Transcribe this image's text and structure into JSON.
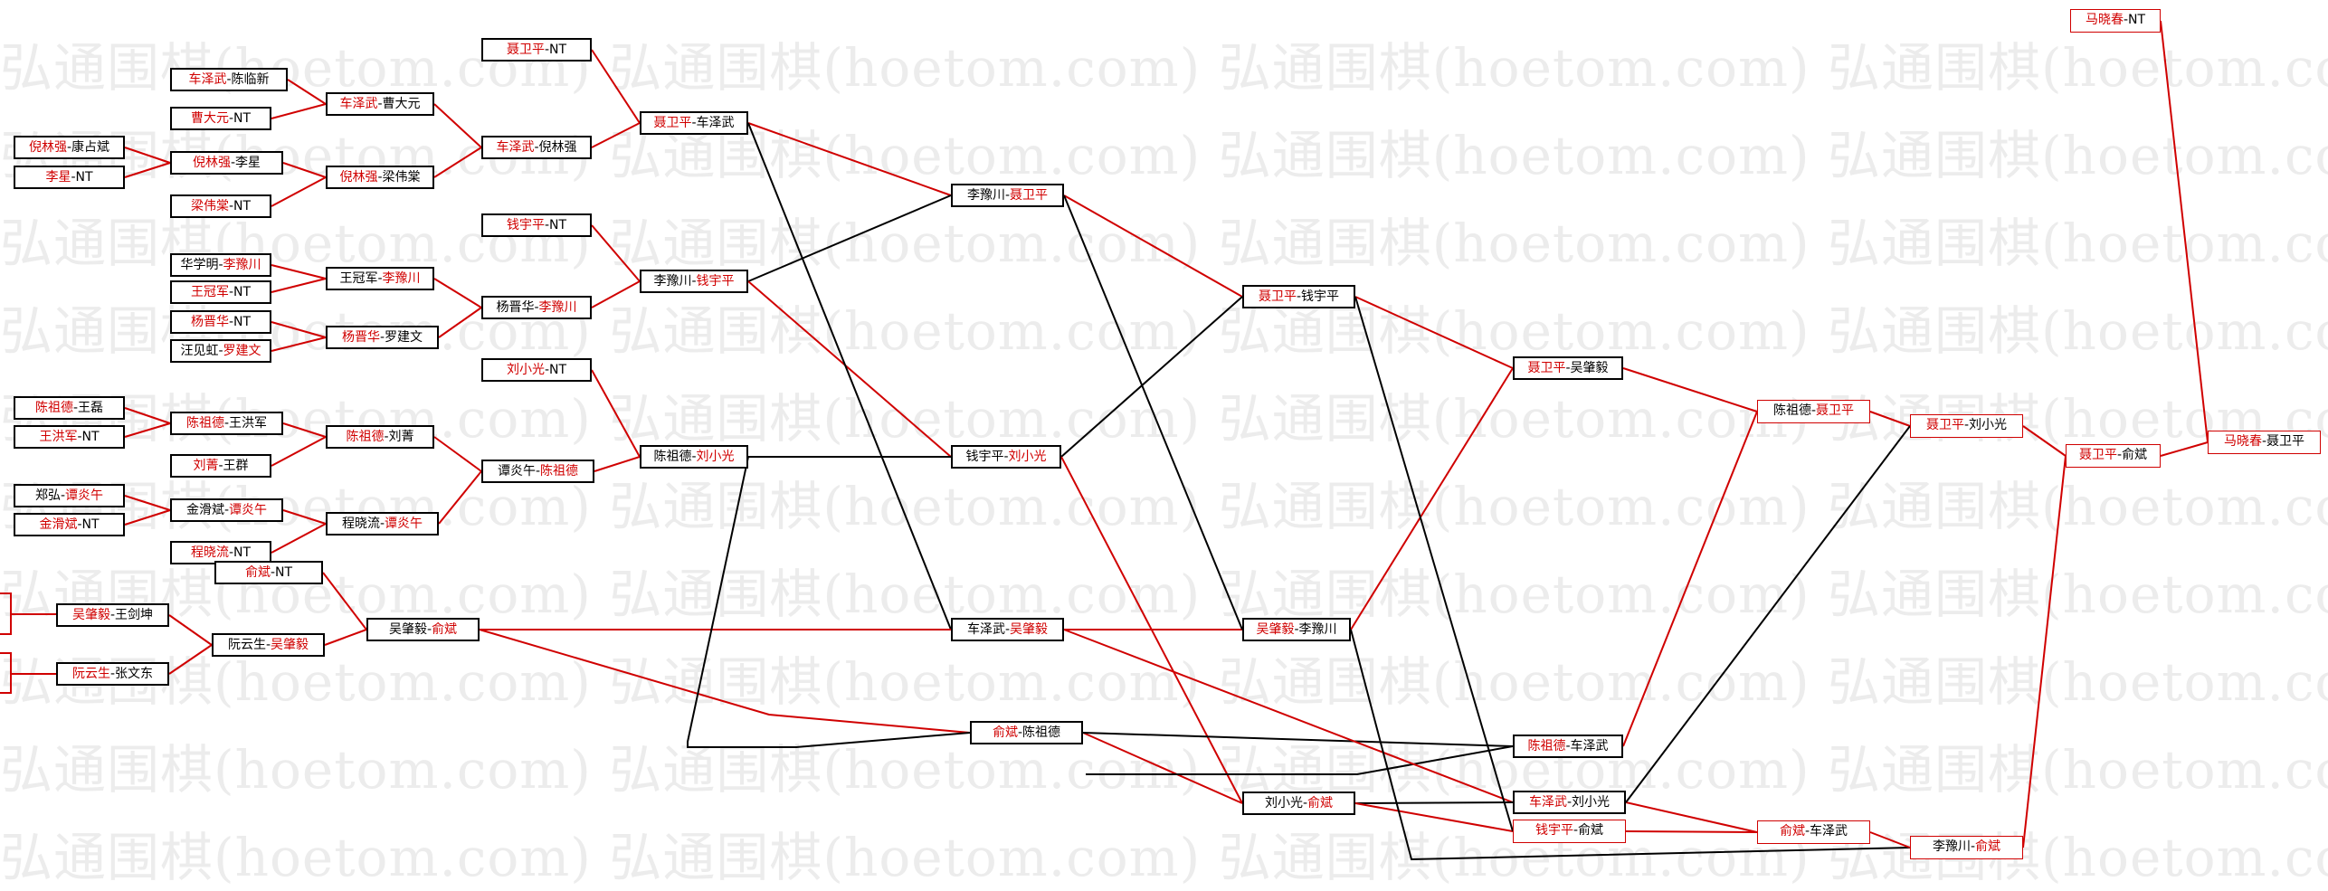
{
  "watermark": "弘通围棋(hoetom.com)",
  "colors": {
    "winner": "#d00000",
    "loser": "#000000",
    "watermark": "#ececec"
  },
  "boxes": [
    {
      "id": "b1",
      "parts": [
        {
          "t": "车泽武",
          "w": 1
        },
        {
          "t": "-陈临新",
          "w": 0
        }
      ]
    },
    {
      "id": "b2",
      "parts": [
        {
          "t": "曹大元",
          "w": 1
        },
        {
          "t": "-NT",
          "w": 0
        }
      ]
    },
    {
      "id": "b3",
      "parts": [
        {
          "t": "倪林强",
          "w": 1
        },
        {
          "t": "-康占斌",
          "w": 0
        }
      ]
    },
    {
      "id": "b4",
      "parts": [
        {
          "t": "李星",
          "w": 1
        },
        {
          "t": "-NT",
          "w": 0
        }
      ]
    },
    {
      "id": "b5",
      "parts": [
        {
          "t": "梁伟棠",
          "w": 1
        },
        {
          "t": "-NT",
          "w": 0
        }
      ]
    },
    {
      "id": "b6",
      "parts": [
        {
          "t": "华学明-",
          "w": 0
        },
        {
          "t": "李豫川",
          "w": 1
        }
      ]
    },
    {
      "id": "b7",
      "parts": [
        {
          "t": "王冠军",
          "w": 1
        },
        {
          "t": "-NT",
          "w": 0
        }
      ]
    },
    {
      "id": "b8",
      "parts": [
        {
          "t": "杨晋华",
          "w": 1
        },
        {
          "t": "-NT",
          "w": 0
        }
      ]
    },
    {
      "id": "b9",
      "parts": [
        {
          "t": "汪见虹-",
          "w": 0
        },
        {
          "t": "罗建文",
          "w": 1
        }
      ]
    },
    {
      "id": "b10",
      "parts": [
        {
          "t": "陈祖德",
          "w": 1
        },
        {
          "t": "-王磊",
          "w": 0
        }
      ]
    },
    {
      "id": "b11",
      "parts": [
        {
          "t": "王洪军",
          "w": 1
        },
        {
          "t": "-NT",
          "w": 0
        }
      ]
    },
    {
      "id": "b12",
      "parts": [
        {
          "t": "刘菁",
          "w": 1
        },
        {
          "t": "-王群",
          "w": 0
        }
      ]
    },
    {
      "id": "b13",
      "parts": [
        {
          "t": "郑弘-",
          "w": 0
        },
        {
          "t": "谭炎午",
          "w": 1
        }
      ]
    },
    {
      "id": "b14",
      "parts": [
        {
          "t": "金滑斌",
          "w": 1
        },
        {
          "t": "-NT",
          "w": 0
        }
      ]
    },
    {
      "id": "b15",
      "parts": [
        {
          "t": "程晓流",
          "w": 1
        },
        {
          "t": "-NT",
          "w": 0
        }
      ]
    },
    {
      "id": "b16",
      "parts": [
        {
          "t": "吴肇毅",
          "w": 1
        },
        {
          "t": "-王剑坤",
          "w": 0
        }
      ]
    },
    {
      "id": "b17",
      "parts": [
        {
          "t": "阮云生",
          "w": 1
        },
        {
          "t": "-张文东",
          "w": 0
        }
      ]
    },
    {
      "id": "c1",
      "parts": [
        {
          "t": "车泽武",
          "w": 1
        },
        {
          "t": "-曹大元",
          "w": 0
        }
      ]
    },
    {
      "id": "c2",
      "parts": [
        {
          "t": "倪林强",
          "w": 1
        },
        {
          "t": "-李星",
          "w": 0
        }
      ]
    },
    {
      "id": "c3",
      "parts": [
        {
          "t": "倪林强",
          "w": 1
        },
        {
          "t": "-梁伟棠",
          "w": 0
        }
      ]
    },
    {
      "id": "c4",
      "parts": [
        {
          "t": "王冠军-",
          "w": 0
        },
        {
          "t": "李豫川",
          "w": 1
        }
      ]
    },
    {
      "id": "c5",
      "parts": [
        {
          "t": "杨晋华",
          "w": 1
        },
        {
          "t": "-罗建文",
          "w": 0
        }
      ]
    },
    {
      "id": "c6",
      "parts": [
        {
          "t": "陈祖德",
          "w": 1
        },
        {
          "t": "-王洪军",
          "w": 0
        }
      ]
    },
    {
      "id": "c7",
      "parts": [
        {
          "t": "陈祖德",
          "w": 1
        },
        {
          "t": "-刘菁",
          "w": 0
        }
      ]
    },
    {
      "id": "c8",
      "parts": [
        {
          "t": "金滑斌-",
          "w": 0
        },
        {
          "t": "谭炎午",
          "w": 1
        }
      ]
    },
    {
      "id": "c9",
      "parts": [
        {
          "t": "程晓流-",
          "w": 0
        },
        {
          "t": "谭炎午",
          "w": 1
        }
      ]
    },
    {
      "id": "c10",
      "parts": [
        {
          "t": "阮云生-",
          "w": 0
        },
        {
          "t": "吴肇毅",
          "w": 1
        }
      ]
    },
    {
      "id": "d0a",
      "parts": [
        {
          "t": "聂卫平",
          "w": 1
        },
        {
          "t": "-NT",
          "w": 0
        }
      ]
    },
    {
      "id": "d0b",
      "parts": [
        {
          "t": "钱宇平",
          "w": 1
        },
        {
          "t": "-NT",
          "w": 0
        }
      ]
    },
    {
      "id": "d0c",
      "parts": [
        {
          "t": "刘小光",
          "w": 1
        },
        {
          "t": "-NT",
          "w": 0
        }
      ]
    },
    {
      "id": "d0d",
      "parts": [
        {
          "t": "俞斌",
          "w": 1
        },
        {
          "t": "-NT",
          "w": 0
        }
      ]
    },
    {
      "id": "d1",
      "parts": [
        {
          "t": "车泽武",
          "w": 1
        },
        {
          "t": "-倪林强",
          "w": 0
        }
      ]
    },
    {
      "id": "d2",
      "parts": [
        {
          "t": "杨晋华-",
          "w": 0
        },
        {
          "t": "李豫川",
          "w": 1
        }
      ]
    },
    {
      "id": "d3",
      "parts": [
        {
          "t": "谭炎午-",
          "w": 0
        },
        {
          "t": "陈祖德",
          "w": 1
        }
      ]
    },
    {
      "id": "d4",
      "parts": [
        {
          "t": "吴肇毅-",
          "w": 0
        },
        {
          "t": "俞斌",
          "w": 1
        }
      ]
    },
    {
      "id": "e1",
      "parts": [
        {
          "t": "聂卫平",
          "w": 1
        },
        {
          "t": "-车泽武",
          "w": 0
        }
      ]
    },
    {
      "id": "e2",
      "parts": [
        {
          "t": "李豫川-",
          "w": 0
        },
        {
          "t": "钱宇平",
          "w": 1
        }
      ]
    },
    {
      "id": "e3",
      "parts": [
        {
          "t": "陈祖德-",
          "w": 0
        },
        {
          "t": "刘小光",
          "w": 1
        }
      ]
    },
    {
      "id": "f1",
      "parts": [
        {
          "t": "李豫川-",
          "w": 0
        },
        {
          "t": "聂卫平",
          "w": 1
        }
      ]
    },
    {
      "id": "f2",
      "parts": [
        {
          "t": "钱宇平-",
          "w": 0
        },
        {
          "t": "刘小光",
          "w": 1
        }
      ]
    },
    {
      "id": "f3",
      "parts": [
        {
          "t": "车泽武-",
          "w": 0
        },
        {
          "t": "吴肇毅",
          "w": 1
        }
      ]
    },
    {
      "id": "f4",
      "parts": [
        {
          "t": "俞斌",
          "w": 1
        },
        {
          "t": "-陈祖德",
          "w": 0
        }
      ]
    },
    {
      "id": "g1",
      "parts": [
        {
          "t": "聂卫平",
          "w": 1
        },
        {
          "t": "-钱宇平",
          "w": 0
        }
      ]
    },
    {
      "id": "g2",
      "parts": [
        {
          "t": "吴肇毅",
          "w": 1
        },
        {
          "t": "-李豫川",
          "w": 0
        }
      ]
    },
    {
      "id": "g3",
      "parts": [
        {
          "t": "刘小光-",
          "w": 0
        },
        {
          "t": "俞斌",
          "w": 1
        }
      ]
    },
    {
      "id": "h1",
      "parts": [
        {
          "t": "聂卫平",
          "w": 1
        },
        {
          "t": "-吴肇毅",
          "w": 0
        }
      ]
    },
    {
      "id": "h2",
      "parts": [
        {
          "t": "陈祖德",
          "w": 1
        },
        {
          "t": "-车泽武",
          "w": 0
        }
      ]
    },
    {
      "id": "h3",
      "parts": [
        {
          "t": "车泽武",
          "w": 1
        },
        {
          "t": "-刘小光",
          "w": 0
        }
      ]
    },
    {
      "id": "h4",
      "parts": [
        {
          "t": "钱宇平",
          "w": 1
        },
        {
          "t": "-俞斌",
          "w": 0
        }
      ]
    },
    {
      "id": "i1",
      "parts": [
        {
          "t": "陈祖德-",
          "w": 0
        },
        {
          "t": "聂卫平",
          "w": 1
        }
      ]
    },
    {
      "id": "i2",
      "parts": [
        {
          "t": "俞斌",
          "w": 1
        },
        {
          "t": "-车泽武",
          "w": 0
        }
      ]
    },
    {
      "id": "j1",
      "parts": [
        {
          "t": "聂卫平",
          "w": 1
        },
        {
          "t": "-刘小光",
          "w": 0
        }
      ]
    },
    {
      "id": "j2",
      "parts": [
        {
          "t": "李豫川-",
          "w": 0
        },
        {
          "t": "俞斌",
          "w": 1
        }
      ]
    },
    {
      "id": "k1",
      "parts": [
        {
          "t": "聂卫平",
          "w": 1
        },
        {
          "t": "-俞斌",
          "w": 0
        }
      ]
    },
    {
      "id": "m0",
      "parts": [
        {
          "t": "马晓春",
          "w": 1
        },
        {
          "t": "-NT",
          "w": 0
        }
      ]
    },
    {
      "id": "m1",
      "parts": [
        {
          "t": "马晓春",
          "w": 1
        },
        {
          "t": "-聂卫平",
          "w": 0
        }
      ]
    }
  ]
}
